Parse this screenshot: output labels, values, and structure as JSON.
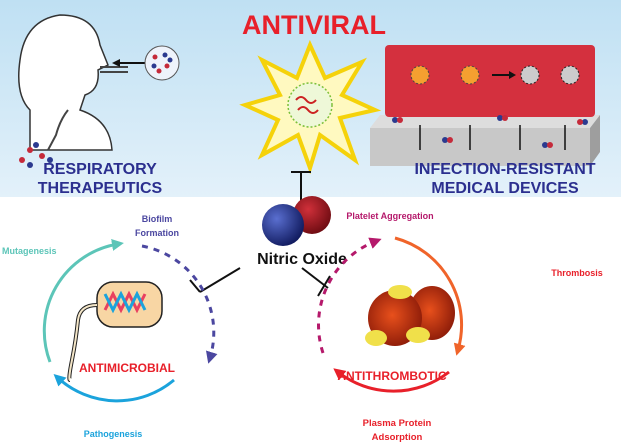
{
  "top": {
    "antiviral": "ANTIVIRAL",
    "respiratory_line1": "RESPIRATORY",
    "respiratory_line2": "THERAPEUTICS",
    "devices_line1": "INFECTION-RESISTANT",
    "devices_line2": "MEDICAL DEVICES"
  },
  "center": {
    "nitric_oxide": "Nitric Oxide"
  },
  "antimicrobial": {
    "title": "ANTIMICROBIAL",
    "mutagenesis": "Mutagenesis",
    "biofilm_line1": "Biofilm",
    "biofilm_line2": "Formation",
    "pathogenesis": "Pathogenesis"
  },
  "antithrombotic": {
    "title": "ANTITHROMBOTIC",
    "platelet": "Platelet Aggregation",
    "thrombosis": "Thrombosis",
    "plasma_line1": "Plasma Protein",
    "plasma_line2": "Adsorption"
  },
  "colors": {
    "navy": "#2b2f8f",
    "red": "#e8202a",
    "teal": "#5cc5b8",
    "purple": "#4b47a0",
    "blue": "#1ba3dc",
    "magenta": "#b5196b",
    "orange": "#f0642a"
  }
}
